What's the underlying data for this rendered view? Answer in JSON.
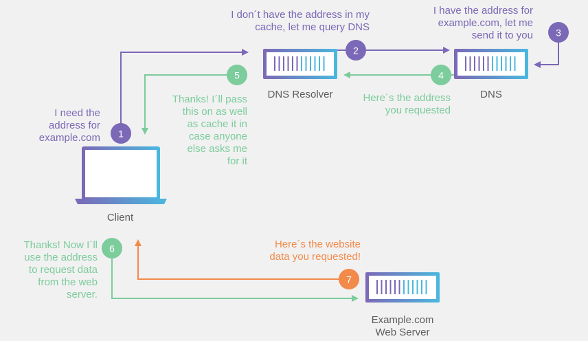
{
  "colors": {
    "purple": "#7b68b6",
    "green": "#7ccc9c",
    "orange": "#f28a4a",
    "gray": "#5d5d5d",
    "teal": "#4ab8df",
    "background": "#f1f1f1"
  },
  "nodes": {
    "client": "Client",
    "resolver": "DNS Resolver",
    "dns": "DNS",
    "webserver": "Example.com\nWeb Server"
  },
  "steps": [
    {
      "number": "1",
      "text": "I need the\naddress for\nexample.com"
    },
    {
      "number": "2",
      "text": "I don´t have the address in my\ncache, let me query DNS"
    },
    {
      "number": "3",
      "text": "I have the address for\nexample.com, let me\nsend it to you"
    },
    {
      "number": "4",
      "text": "Here´s the address\nyou requested"
    },
    {
      "number": "5",
      "text": "Thanks! I´ll pass\nthis on as well\nas cache it in\ncase anyone\nelse asks me\nfor it"
    },
    {
      "number": "6",
      "text": "Thanks! Now I´ll\nuse the address\nto request data\nfrom the web\nserver."
    },
    {
      "number": "7",
      "text": "Here´s the website\ndata you requested!"
    }
  ]
}
